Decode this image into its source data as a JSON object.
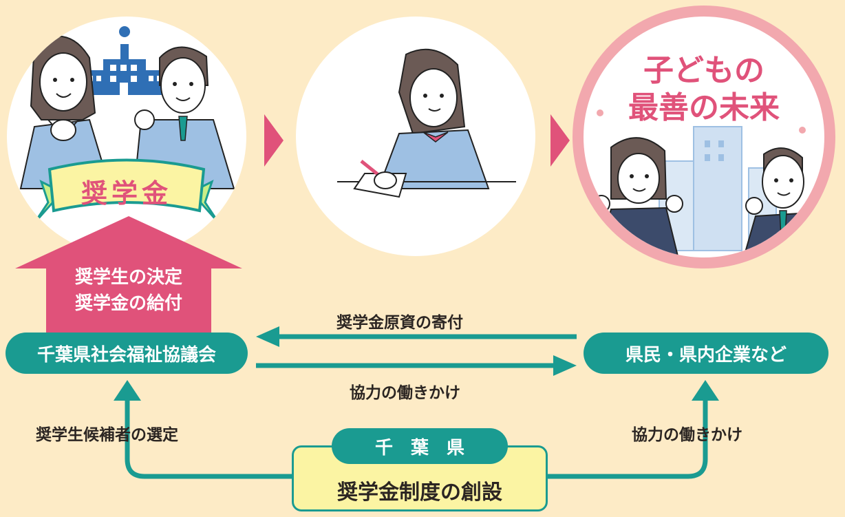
{
  "top": {
    "scholarship_banner": "奨学金",
    "future_title_line1": "子どもの",
    "future_title_line2": "最善の未来"
  },
  "up_arrow": {
    "line1": "奨学生の決定",
    "line2": "奨学金の給付"
  },
  "nodes": {
    "council": "千葉県社会福祉協議会",
    "citizens": "県民・県内企業など",
    "prefecture": "千　葉　県",
    "system": "奨学金制度の創設"
  },
  "flows": {
    "donation": "奨学金原資の寄付",
    "cooperation_center": "協力の働きかけ",
    "selection": "奨学生候補者の選定",
    "cooperation_right": "協力の働きかけ"
  },
  "colors": {
    "background": "#fdebc6",
    "teal": "#1a9b91",
    "pink": "#e0527a",
    "yellow": "#fbf4a3",
    "ring": "#f2a8ae"
  }
}
